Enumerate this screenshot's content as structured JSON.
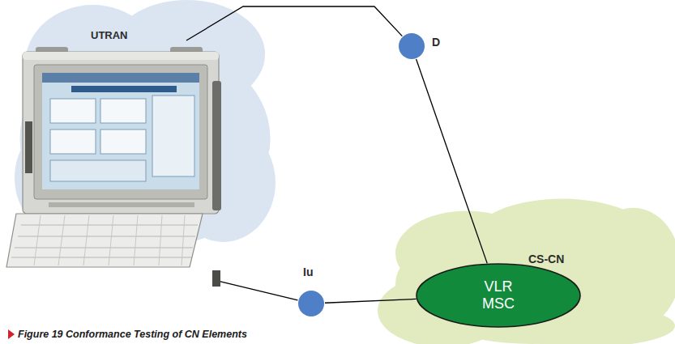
{
  "diagram": {
    "caption": "Figure 19 Conformance Testing of CN Elements",
    "nodes": [
      {
        "text": [
          "UTRAN"
        ]
      },
      {
        "text": [
          "D"
        ]
      },
      {
        "text": [
          "Iu"
        ]
      },
      {
        "text": [
          "CS-CN"
        ]
      },
      {
        "text": [
          "VLR",
          "MSC"
        ],
        "in": 3
      }
    ],
    "edges": [
      {
        "from": 0,
        "to": 1,
        "arrow": "none"
      },
      {
        "from": 1,
        "to": 4,
        "arrow": "none"
      },
      {
        "from": 0,
        "to": 2,
        "arrow": "none"
      },
      {
        "from": 2,
        "to": 4,
        "arrow": "none"
      }
    ]
  }
}
